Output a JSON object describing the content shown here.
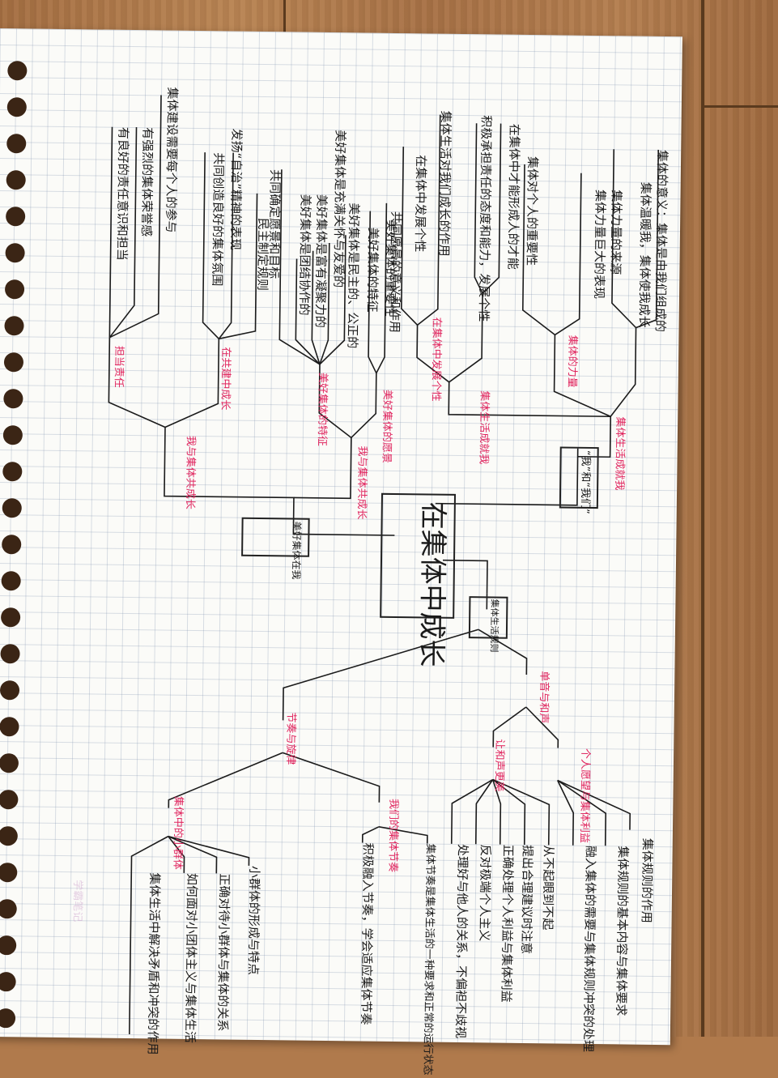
{
  "center_title": "在集体中成长",
  "branch_boxes": {
    "wo_he_women": "“我”和“我们”",
    "meihao_jiti": "美好集体在我",
    "jiti_guize": "集体生活规则"
  },
  "upper_left": {
    "header": "集体生活成就我",
    "level1": [
      "集体的力量",
      "集体生活成就我"
    ],
    "item1": "集体的意义：集体是由我们组成的",
    "item2": "集体温暖我，集体使我成长",
    "item3": "集体力量的来源",
    "item4": "集体力量巨大的表现",
    "item5": "集体对个人的重要性",
    "item6": "在集体中才能形成人的才能",
    "item7": "集体生活对我们成长的作用",
    "item8": "在集体中发展个性",
    "item9": "积极承担责任的态度和能力，发展个性",
    "red1": "集体的力量",
    "red2": "集体生活成就我",
    "red3": "在集体中发展个性"
  },
  "upper_right": {
    "header": "我与集体共成长",
    "item1": "美好集体的重要性",
    "item2": "美好集体的特征",
    "item3": "共同愿景的意义和作用",
    "item4": "美好集体是民主的、公正的",
    "item5": "美好集体是充满关怀与友爱的",
    "item6": "美好集体是富有凝聚力的",
    "item7": "美好集体是团结协作的",
    "item8": "共同确定愿景和目标",
    "item9": "民主制定规则",
    "item10": "发扬“自治”精神的表现",
    "item11": "共同创造良好的集体氛围",
    "item12": "集体建设需要每个人的参与",
    "item13": "有强烈的集体荣誉感",
    "item14": "有良好的责任意识和担当",
    "red1": "美好集体的愿景",
    "red2": "美好集体的特征",
    "red3": "在共建中成长",
    "red4": "担当责任",
    "red5": "我与集体共成长"
  },
  "lower": {
    "root": "集体生活规则",
    "red_a": "单音与和声",
    "red_b": "节奏与旋律",
    "red_a1": "个人愿望与集体利益",
    "red_a2": "让和声更美",
    "red_b1": "我们的集体节奏",
    "red_b2": "集体中的小群体",
    "a1_items": [
      "集体规则的作用",
      "集体规则的基本内容与集体要求",
      "融入集体的需要与集体规则冲突的处理"
    ],
    "a2_items": [
      "从不起眼到不起",
      "提出合理建议时注意",
      "正确处理个人利益与集体利益",
      "反对极端个人主义",
      "处理好与他人的关系，不偏袒不歧视"
    ],
    "b1_items": [
      "集体节奏是集体生活的一种要求和正常的运行状态",
      "积极融入节奏，学会适应集体节奏"
    ],
    "b2_items": [
      "小群体的形成与特点",
      "正确对待小群体与集体的关系",
      "如何面对小团体主义与集体生活",
      "集体生活中解决矛盾和冲突的作用"
    ]
  },
  "watermark": "学霸笔记"
}
